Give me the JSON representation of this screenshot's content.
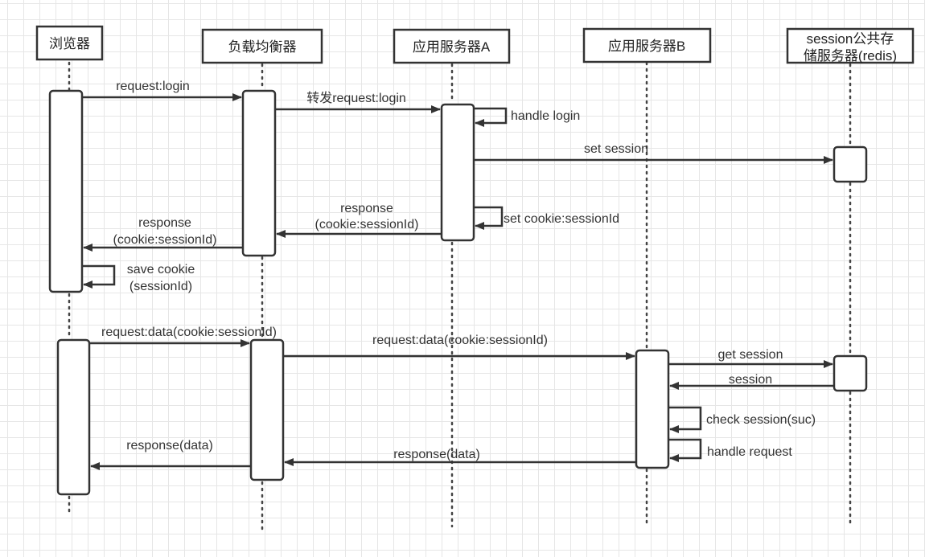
{
  "diagram": {
    "type": "sequence",
    "participants": [
      {
        "id": "browser",
        "label": "浏览器"
      },
      {
        "id": "lb",
        "label": "负载均衡器"
      },
      {
        "id": "appA",
        "label": "应用服务器A"
      },
      {
        "id": "appB",
        "label": "应用服务器B"
      },
      {
        "id": "redis",
        "label_lines": [
          "session公共存",
          "储服务器(redis)"
        ]
      }
    ],
    "messages": [
      {
        "from": "browser",
        "to": "lb",
        "label": "request:login"
      },
      {
        "from": "lb",
        "to": "appA",
        "label": "转发request:login"
      },
      {
        "from": "appA",
        "to": "appA",
        "label": "handle login"
      },
      {
        "from": "appA",
        "to": "redis",
        "label": "set session"
      },
      {
        "from": "appA",
        "to": "appA",
        "label": "set cookie:sessionId"
      },
      {
        "from": "appA",
        "to": "lb",
        "label_lines": [
          "response",
          "(cookie:sessionId)"
        ]
      },
      {
        "from": "lb",
        "to": "browser",
        "label_lines": [
          "response",
          "(cookie:sessionId)"
        ]
      },
      {
        "from": "browser",
        "to": "browser",
        "label_lines": [
          "save cookie",
          "(sessionId)"
        ]
      },
      {
        "from": "browser",
        "to": "lb",
        "label": "request:data(cookie:sessionId)"
      },
      {
        "from": "lb",
        "to": "appB",
        "label": "request:data(cookie:sessionId)"
      },
      {
        "from": "appB",
        "to": "redis",
        "label": "get session"
      },
      {
        "from": "redis",
        "to": "appB",
        "label": "session"
      },
      {
        "from": "appB",
        "to": "appB",
        "label": "check session(suc)"
      },
      {
        "from": "appB",
        "to": "appB",
        "label": "handle request"
      },
      {
        "from": "appB",
        "to": "lb",
        "label": "response(data)"
      },
      {
        "from": "lb",
        "to": "browser",
        "label": "response(data)"
      }
    ]
  }
}
